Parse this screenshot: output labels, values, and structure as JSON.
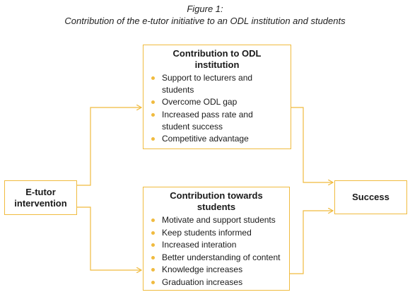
{
  "figure": {
    "label": "Figure 1:",
    "caption": "Contribution of the e-tutor initiative to an ODL institution and students"
  },
  "etutor": {
    "line1": "E-tutor",
    "line2": "intervention"
  },
  "odl": {
    "title_line1": "Contribution to ODL",
    "title_line2": "institution",
    "bullets": [
      {
        "lines": [
          "Support to lecturers and",
          "students"
        ]
      },
      {
        "lines": [
          "Overcome ODL gap"
        ]
      },
      {
        "lines": [
          "Increased pass rate and",
          "student success"
        ]
      },
      {
        "lines": [
          "Competitive advantage"
        ]
      }
    ]
  },
  "students": {
    "title_line1": "Contribution towards",
    "title_line2": "students",
    "bullets": [
      "Motivate and support students",
      "Keep students informed",
      "Increased interation",
      "Better understanding of content",
      "Knowledge increases",
      "Graduation increases"
    ]
  },
  "success": {
    "label": "Success"
  },
  "colors": {
    "accent": "#f0bb3f",
    "text": "#1a1a1a"
  }
}
